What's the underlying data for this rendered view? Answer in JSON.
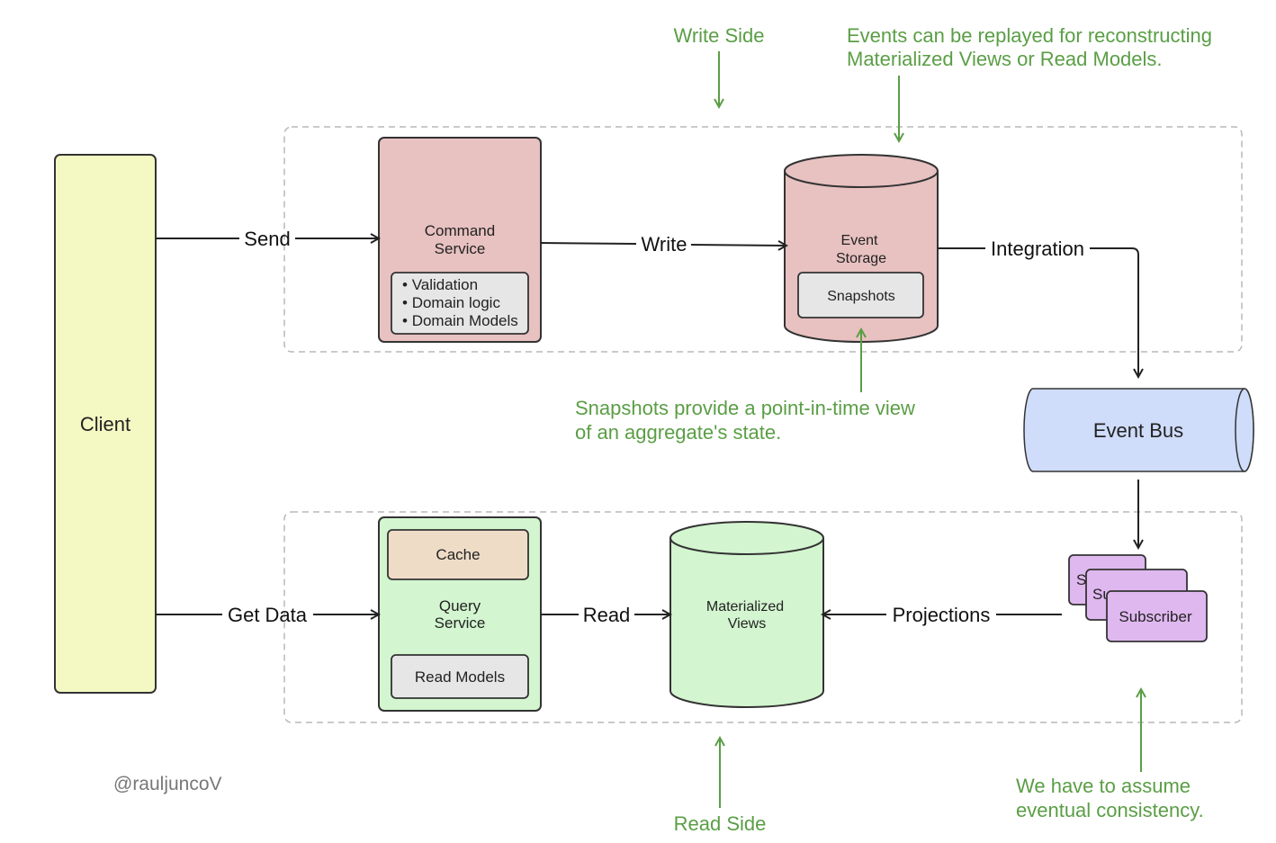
{
  "nodes": {
    "client": "Client",
    "command_service": [
      "Command",
      "Service"
    ],
    "command_details": [
      "Validation",
      "Domain logic",
      "Domain Models"
    ],
    "event_storage": [
      "Event",
      "Storage"
    ],
    "snapshots": "Snapshots",
    "event_bus": "Event Bus",
    "cache": "Cache",
    "query_service": [
      "Query",
      "Service"
    ],
    "read_models": "Read Models",
    "materialized_views": [
      "Materialized",
      "Views"
    ],
    "subscriber_back": "S",
    "subscriber_mid": "Su",
    "subscriber_front": "Subscriber"
  },
  "edges": {
    "send": "Send",
    "write": "Write",
    "integration": "Integration",
    "get_data": "Get Data",
    "read": "Read",
    "projections": "Projections"
  },
  "notes": {
    "write_side": "Write Side",
    "read_side": "Read Side",
    "replay": [
      "Events can be replayed for reconstructing",
      "Materialized Views or Read Models."
    ],
    "snapshots_note": [
      "Snapshots provide a point-in-time view",
      "of an aggregate's state."
    ],
    "consistency": [
      "We have to assume",
      "eventual consistency."
    ],
    "author": "@rauljuncoV"
  },
  "colors": {
    "client": "#f4f9c3",
    "command": "#e8c1c1",
    "query": "#d3f5d0",
    "event_bus": "#cfdcfa",
    "subscriber": "#e0b8f0",
    "cache": "#efdcc7",
    "inner_box": "#e6e6e6",
    "note_green": "#5a9e45"
  }
}
